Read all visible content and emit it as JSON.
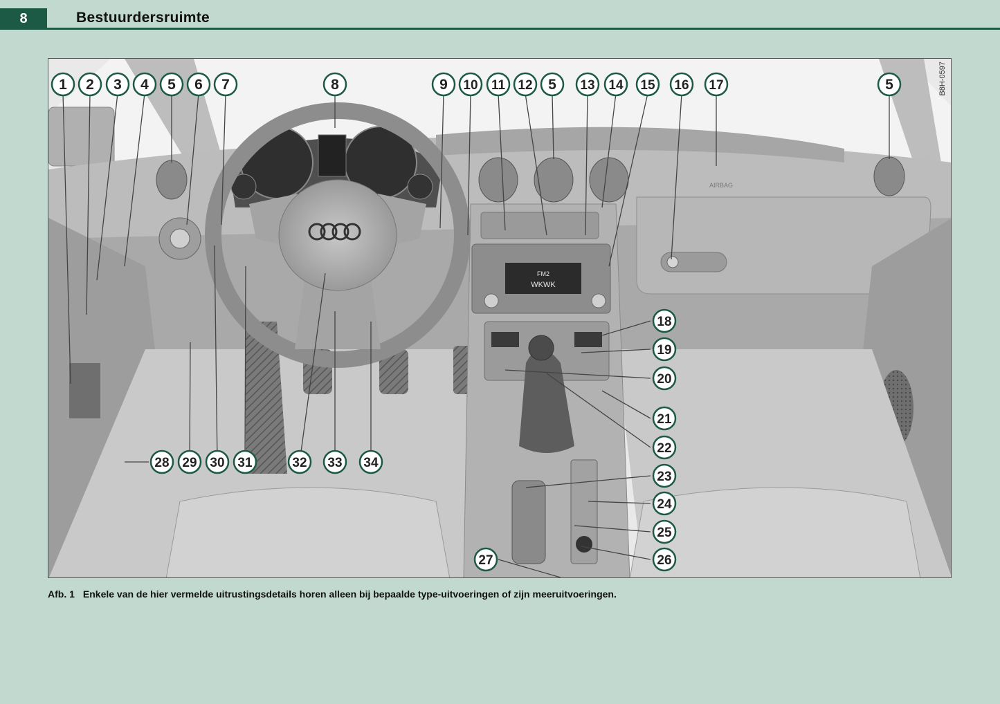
{
  "header": {
    "page_number": "8",
    "chapter_title": "Bestuurdersruimte"
  },
  "figure": {
    "code": "B8H-0597",
    "brand_text": "AIRBAG",
    "radio_labels": [
      "FM2",
      "WKWK"
    ],
    "callouts": [
      "1",
      "2",
      "3",
      "4",
      "5",
      "6",
      "7",
      "8",
      "9",
      "10",
      "11",
      "12",
      "5",
      "13",
      "14",
      "15",
      "16",
      "17",
      "5",
      "18",
      "19",
      "20",
      "21",
      "22",
      "23",
      "24",
      "25",
      "26",
      "27",
      "28",
      "29",
      "30",
      "31",
      "32",
      "33",
      "34"
    ]
  },
  "caption": {
    "label": "Afb. 1",
    "text": "Enkele van de hier vermelde uitrustingsdetails horen alleen bij bepaalde type-uitvoeringen of zijn meeruitvoeringen."
  },
  "colors": {
    "accent": "#1d5a45",
    "background": "#c2d9cf",
    "callout_fill": "#ffffff",
    "callout_stroke": "#1d5a45"
  }
}
